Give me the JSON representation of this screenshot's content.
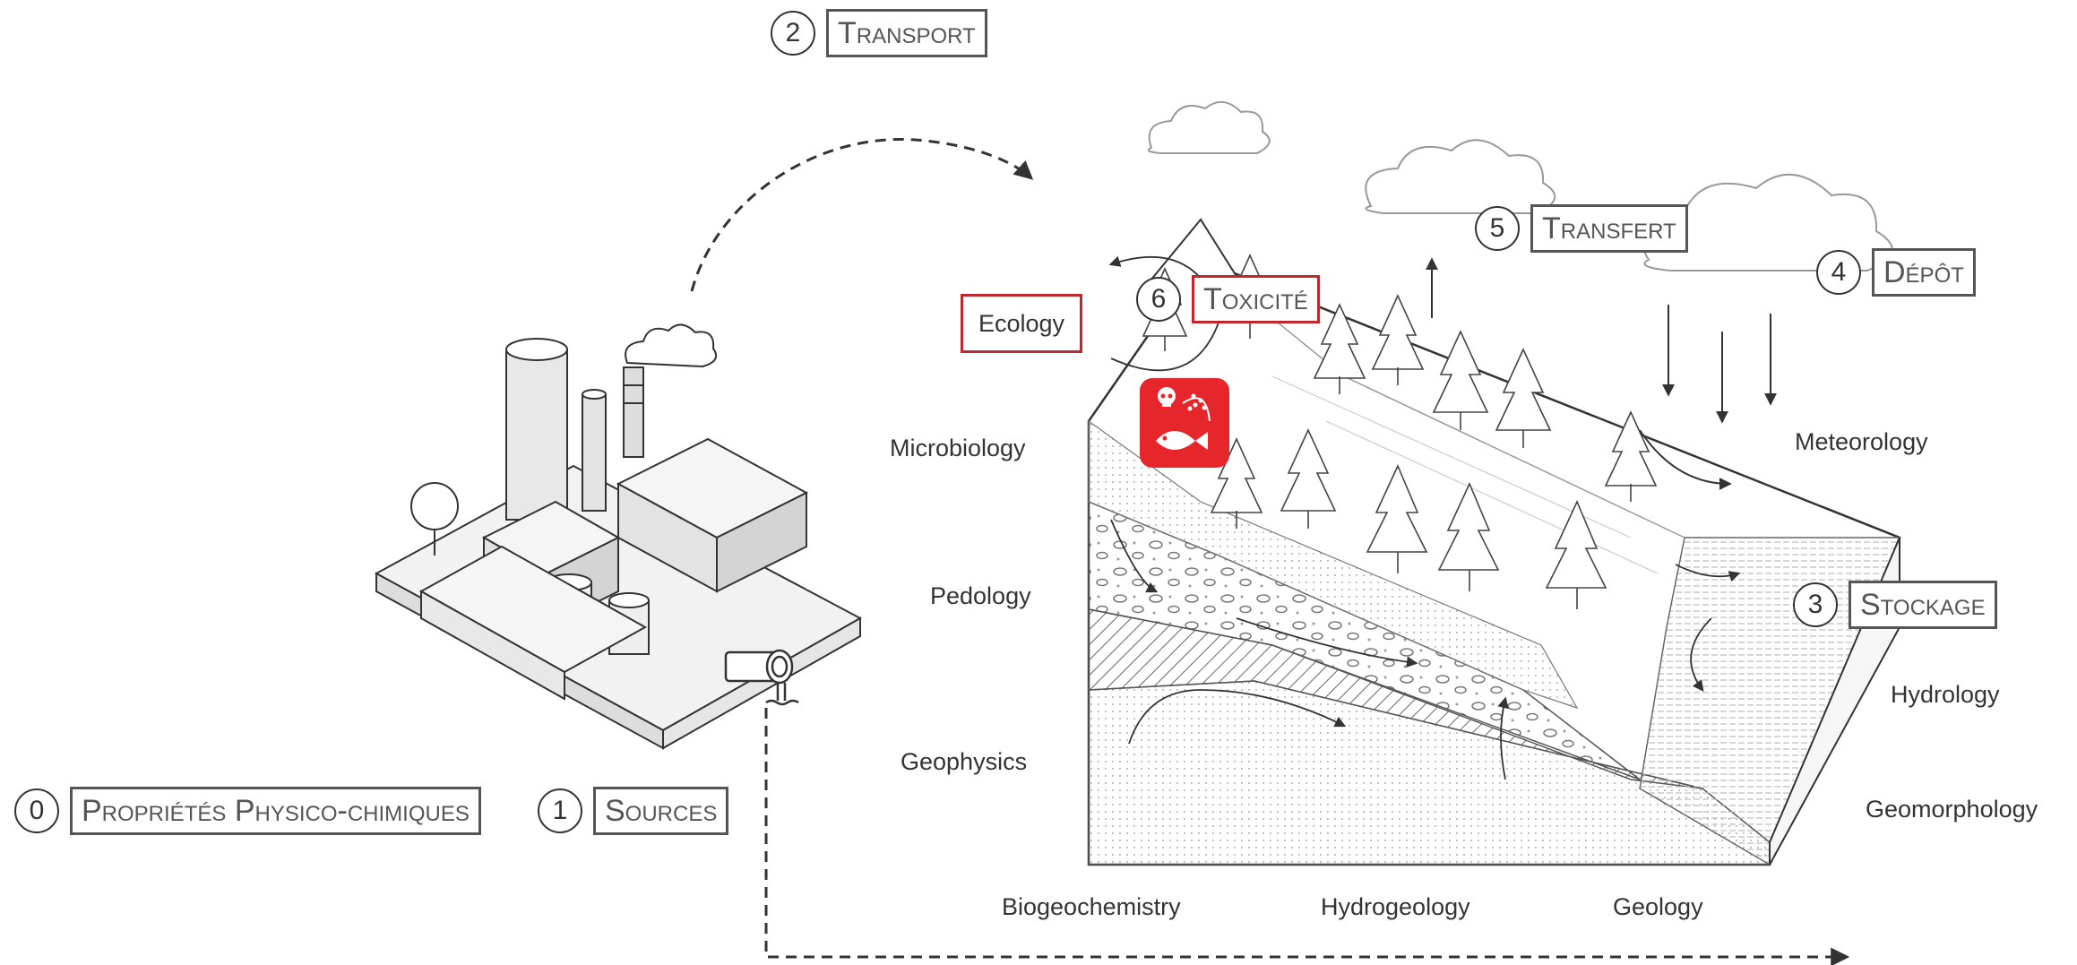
{
  "steps": [
    {
      "num": "0",
      "label": "Propriétés Physico-chimiques"
    },
    {
      "num": "1",
      "label": "Sources"
    },
    {
      "num": "2",
      "label": "Transport"
    },
    {
      "num": "3",
      "label": "Stockage"
    },
    {
      "num": "4",
      "label": "Dépôt"
    },
    {
      "num": "5",
      "label": "Transfert"
    },
    {
      "num": "6",
      "label": "Toxicité"
    }
  ],
  "disciplines": {
    "ecology": "Ecology",
    "microbiology": "Microbiology",
    "pedology": "Pedology",
    "geophysics": "Geophysics",
    "meteorology": "Meteorology",
    "hydrology": "Hydrology",
    "geomorphology": "Geomorphology",
    "biogeochemistry": "Biogeochemistry",
    "hydrogeology": "Hydrogeology",
    "geology": "Geology"
  },
  "colors": {
    "accent_red": "#c0272d",
    "badge_red": "#e5262b",
    "line": "#333333"
  },
  "icons": [
    "factory-icon",
    "discharge-pipe-icon",
    "toxicity-badge-icon",
    "cloud-icon",
    "tree-icon"
  ]
}
